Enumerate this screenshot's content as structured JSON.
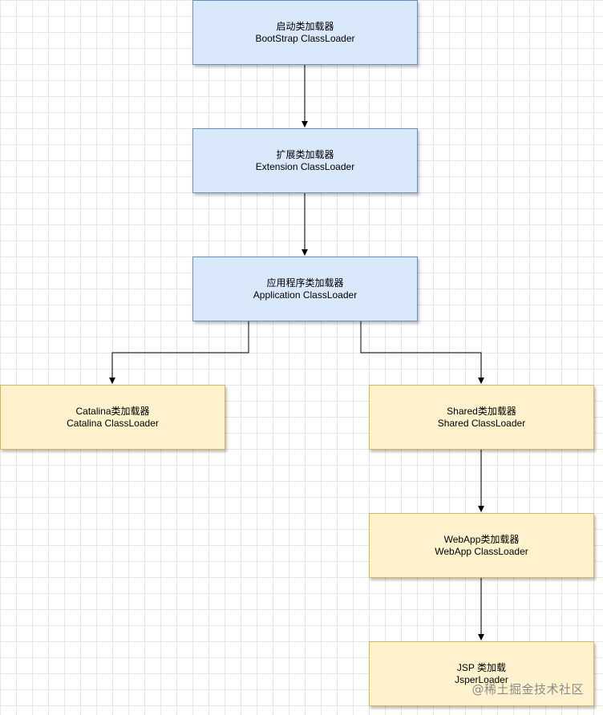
{
  "diagram": {
    "nodes": {
      "bootstrap": {
        "line1": "启动类加载器",
        "line2": "BootStrap ClassLoader",
        "color": "#dae8fc"
      },
      "extension": {
        "line1": "扩展类加载器",
        "line2": "Extension ClassLoader",
        "color": "#dae8fc"
      },
      "application": {
        "line1": "应用程序类加载器",
        "line2": "Application ClassLoader",
        "color": "#dae8fc"
      },
      "catalina": {
        "line1": "Catalina类加载器",
        "line2": "Catalina ClassLoader",
        "color": "#fff2cc"
      },
      "shared": {
        "line1": "Shared类加载器",
        "line2": "Shared ClassLoader",
        "color": "#fff2cc"
      },
      "webapp": {
        "line1": "WebApp类加载器",
        "line2": "WebApp ClassLoader",
        "color": "#fff2cc"
      },
      "jsp": {
        "line1": "JSP 类加载",
        "line2": "JsperLoader",
        "color": "#fff2cc"
      }
    },
    "edges": [
      {
        "from": "bootstrap",
        "to": "extension"
      },
      {
        "from": "extension",
        "to": "application"
      },
      {
        "from": "application",
        "to": "catalina"
      },
      {
        "from": "application",
        "to": "shared"
      },
      {
        "from": "shared",
        "to": "webapp"
      },
      {
        "from": "webapp",
        "to": "jsp"
      }
    ]
  },
  "watermark": "@稀土掘金技术社区"
}
